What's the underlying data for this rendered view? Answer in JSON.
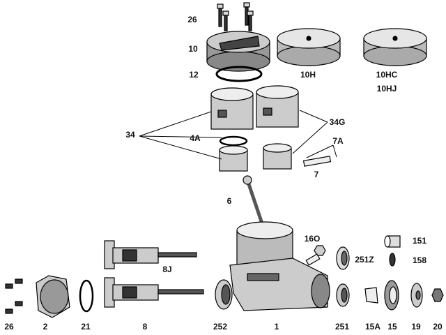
{
  "labels": {
    "screws_top": "26",
    "head": "10",
    "gasket": "12",
    "head_10h": "10H",
    "head_10hc": "10HC",
    "head_10hj": "10HJ",
    "liner_piston": "34",
    "ring": "4A",
    "liner_piston_g": "34G",
    "clips": "7A",
    "wrist_pin": "7",
    "conrod": "6",
    "needle": "16O",
    "bearing_251z": "251Z",
    "part_151": "151",
    "part_158": "158",
    "crank_8j": "8J",
    "screws_bottom": "26",
    "backplate": "2",
    "oring": "21",
    "crank_8": "8",
    "bearing_252": "252",
    "crankcase": "1",
    "bearing_251": "251",
    "collet": "15A",
    "drive_washer": "15",
    "prop_washer": "19",
    "nut": "20"
  },
  "colors": {
    "part_fill": "#d8d8d8",
    "part_dark": "#555555",
    "outline": "#000000"
  }
}
